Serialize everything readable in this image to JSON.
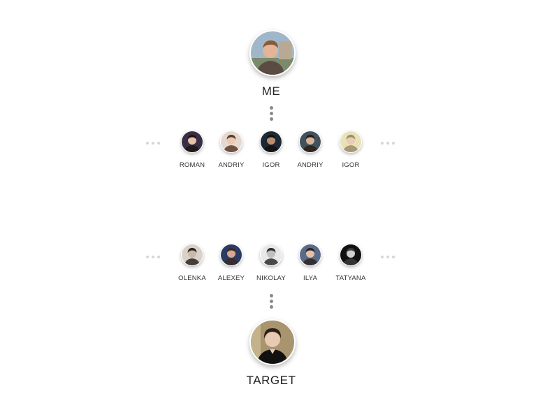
{
  "me": {
    "label": "ME",
    "icon": "avatar-photo"
  },
  "target": {
    "label": "TARGET",
    "icon": "avatar-photo"
  },
  "top_row": {
    "friends": [
      {
        "name": "ROMAN",
        "bg": "#3a2f45",
        "skin": "#e6c2ad",
        "hair": "#1c1613"
      },
      {
        "name": "ANDRIY",
        "bg": "#e7d8cf",
        "skin": "#eac8b4",
        "hair": "#5a3a28"
      },
      {
        "name": "IGOR",
        "bg": "#1d2a35",
        "skin": "#b98f73",
        "hair": "#111111"
      },
      {
        "name": "ANDRIY",
        "bg": "#40525c",
        "skin": "#d6b29a",
        "hair": "#2a1e16"
      },
      {
        "name": "IGOR",
        "bg": "#e8e2b9",
        "skin": "#e6cdb4",
        "hair": "#9d8b6a"
      }
    ]
  },
  "bottom_row": {
    "friends": [
      {
        "name": "OLENKA",
        "bg": "#d9d2c8",
        "skin": "#cdb8a8",
        "hair": "#2a2522"
      },
      {
        "name": "ALEXEY",
        "bg": "#2c3b63",
        "skin": "#d8a98f",
        "hair": "#3b2a22"
      },
      {
        "name": "NIKOLAY",
        "bg": "#e8e8e8",
        "skin": "#bfbfbf",
        "hair": "#2b2b2b"
      },
      {
        "name": "ILYA",
        "bg": "#5a6a8a",
        "skin": "#e1c2a8",
        "hair": "#2e2520"
      },
      {
        "name": "TATYANA",
        "bg": "#101010",
        "skin": "#cfcfcf",
        "hair": "#3a3a3a"
      }
    ]
  },
  "colors": {
    "connector_dots": "#8a8a8a",
    "side_dots": "#d6d6d6",
    "text": "#222222"
  }
}
